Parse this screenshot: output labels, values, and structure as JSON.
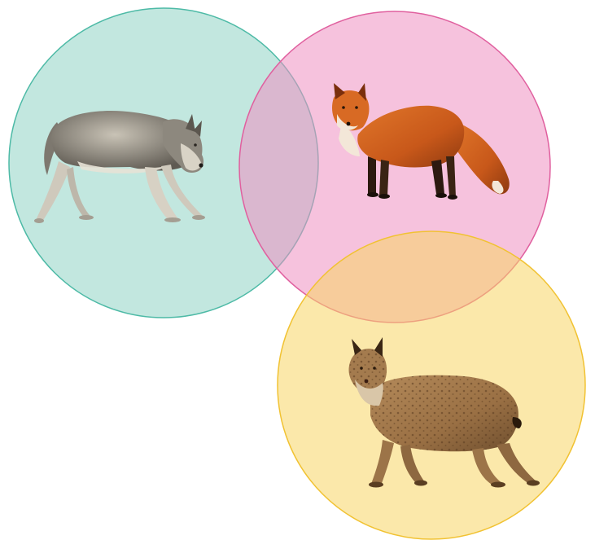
{
  "diagram": {
    "type": "venn",
    "circles": [
      {
        "id": "teal",
        "animal": "wolf",
        "fill": "#8fd3c5",
        "stroke": "#4dbaa6"
      },
      {
        "id": "pink",
        "animal": "fox",
        "fill": "#ef8fc1",
        "stroke": "#e0609f"
      },
      {
        "id": "yellow",
        "animal": "lynx",
        "fill": "#f8d565",
        "stroke": "#f1c232"
      }
    ]
  }
}
